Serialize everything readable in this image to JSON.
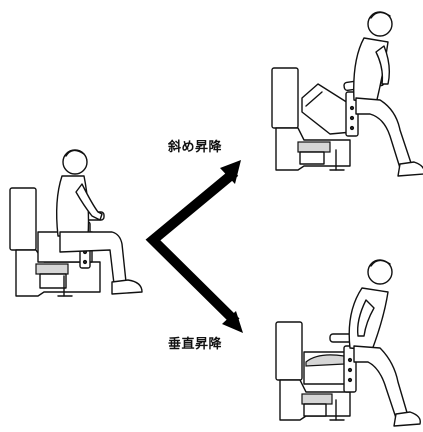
{
  "labels": {
    "diagonal": "斜め昇降",
    "vertical": "垂直昇降"
  },
  "icons": {
    "left": "person-seated-on-lift-toilet",
    "top_right": "person-rising-diagonal-lift",
    "bottom_right": "person-rising-vertical-lift",
    "arrows": "branching-arrows"
  }
}
